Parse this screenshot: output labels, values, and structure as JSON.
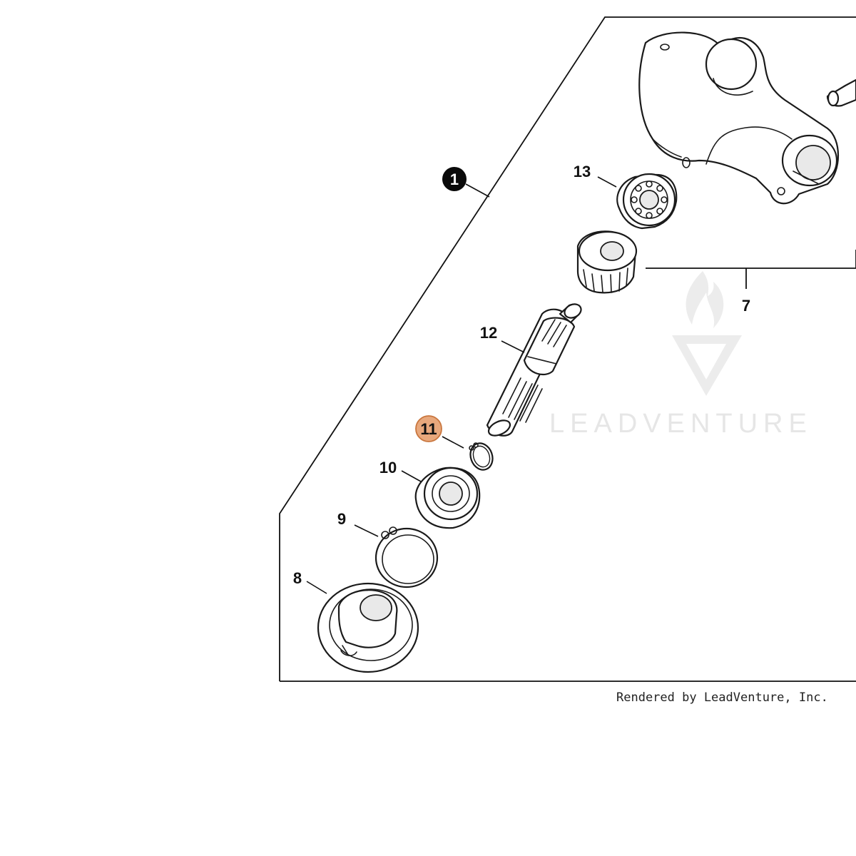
{
  "parts": [
    {
      "id": "callout-1",
      "label": "1",
      "style": "filled-black"
    },
    {
      "id": "callout-7",
      "label": "7"
    },
    {
      "id": "callout-8",
      "label": "8"
    },
    {
      "id": "callout-9",
      "label": "9"
    },
    {
      "id": "callout-10",
      "label": "10"
    },
    {
      "id": "callout-11",
      "label": "11",
      "style": "highlighted"
    },
    {
      "id": "callout-12",
      "label": "12"
    },
    {
      "id": "callout-13",
      "label": "13"
    }
  ],
  "highlight_color": "#e8a87c",
  "highlight_stroke": "#c9763e",
  "credit_text": "Rendered by LeadVenture, Inc.",
  "watermark_text": "LEADVENTURE",
  "icons": [
    "leadventure-logo-icon"
  ]
}
